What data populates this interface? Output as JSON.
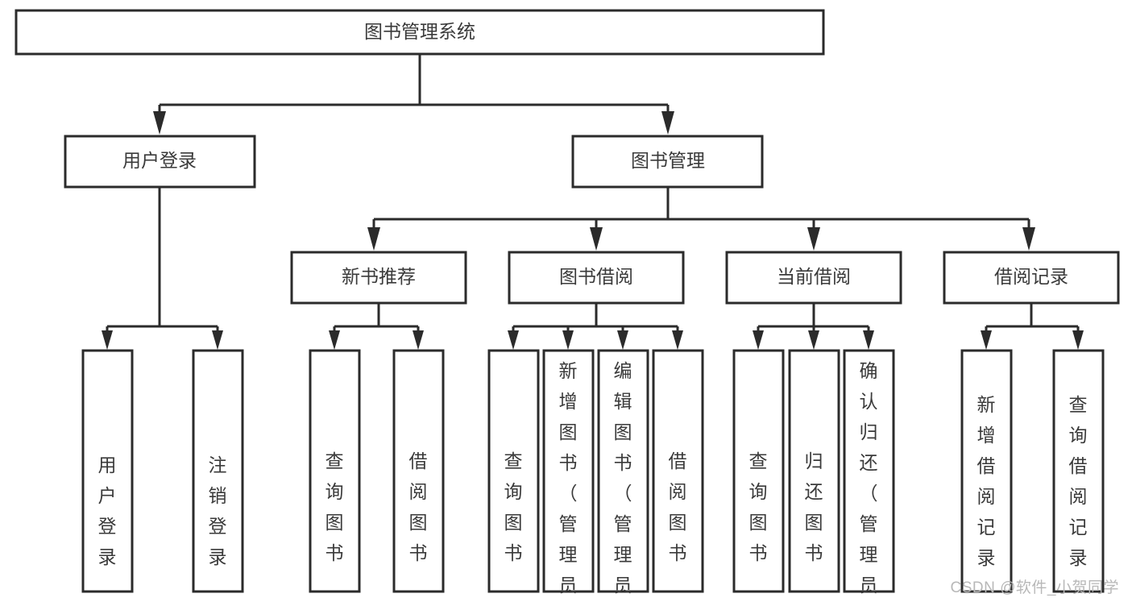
{
  "diagram": {
    "title": "图书管理系统",
    "type": "tree",
    "watermark": "CSDN @软件_小贺同学",
    "colors": {
      "box_stroke": "#2b2b2b",
      "box_fill": "#ffffff",
      "text": "#3a3a3a",
      "connector": "#2b2b2b",
      "background": "#ffffff",
      "watermark": "#b8b8b8"
    }
  },
  "nodes": {
    "root": {
      "label": "图书管理系统",
      "level": 0
    },
    "level1": [
      {
        "id": "user-login",
        "label": "用户登录"
      },
      {
        "id": "book-management",
        "label": "图书管理"
      }
    ],
    "level2": [
      {
        "id": "new-book-recommend",
        "label": "新书推荐",
        "parent": "book-management"
      },
      {
        "id": "book-borrow",
        "label": "图书借阅",
        "parent": "book-management"
      },
      {
        "id": "current-borrow",
        "label": "当前借阅",
        "parent": "book-management"
      },
      {
        "id": "borrow-record",
        "label": "借阅记录",
        "parent": "book-management"
      }
    ],
    "leaves": {
      "user-login": [
        {
          "id": "leaf-user-login",
          "label": "用户登录"
        },
        {
          "id": "leaf-user-logout",
          "label": "注销登录"
        }
      ],
      "new-book-recommend": [
        {
          "id": "leaf-query-book-1",
          "label": "查询图书"
        },
        {
          "id": "leaf-borrow-book-1",
          "label": "借阅图书"
        }
      ],
      "book-borrow": [
        {
          "id": "leaf-query-book-2",
          "label": "查询图书"
        },
        {
          "id": "leaf-add-book",
          "label": "新增图书（管理员）"
        },
        {
          "id": "leaf-edit-book",
          "label": "编辑图书（管理员）"
        },
        {
          "id": "leaf-borrow-book-2",
          "label": "借阅图书"
        }
      ],
      "current-borrow": [
        {
          "id": "leaf-query-book-3",
          "label": "查询图书"
        },
        {
          "id": "leaf-return-book",
          "label": "归还图书"
        },
        {
          "id": "leaf-confirm-return",
          "label": "确认归还（管理员）"
        }
      ],
      "borrow-record": [
        {
          "id": "leaf-add-record",
          "label": "新增借阅记录"
        },
        {
          "id": "leaf-query-record",
          "label": "查询借阅记录"
        }
      ]
    }
  }
}
